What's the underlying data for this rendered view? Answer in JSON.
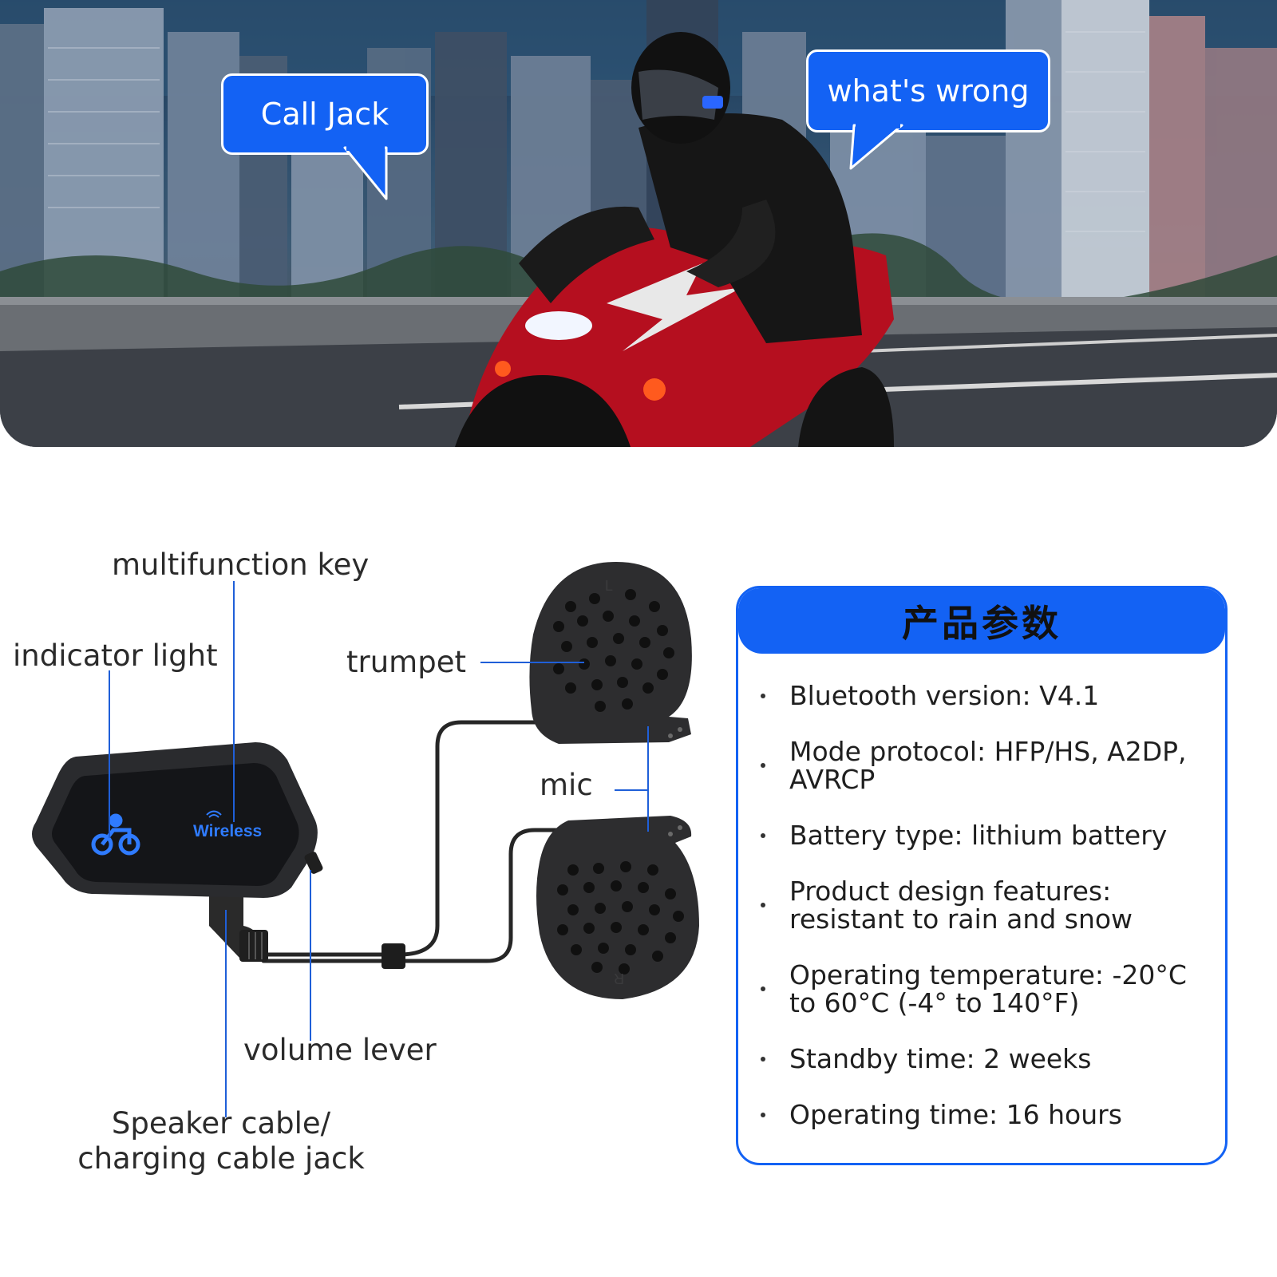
{
  "hero": {
    "bubble_left": "Call Jack",
    "bubble_right": "what's wrong"
  },
  "diagram": {
    "multifunction_key": "multifunction key",
    "indicator_light": "indicator light",
    "trumpet": "trumpet",
    "mic": "mic",
    "volume_lever": "volume lever",
    "speaker_cable_line1": "Speaker cable/",
    "speaker_cable_line2": "charging cable jack",
    "device_logo_text": "Wireless",
    "speaker_left_mark": "L",
    "speaker_right_mark": "R"
  },
  "spec": {
    "title": "产品参数",
    "items": [
      "Bluetooth version: V4.1",
      "Mode protocol: HFP/HS, A2DP, AVRCP",
      "Battery type: lithium battery",
      "Product design features: resistant to rain and snow",
      "Operating temperature: -20°C to 60°C (-4° to 140°F)",
      "Standby time: 2 weeks",
      "Operating time: 16 hours"
    ]
  },
  "colors": {
    "accent": "#1362f4",
    "leader_line": "#1f5fd8",
    "device_body": "#2a2b2e",
    "glow": "#2f7bff"
  }
}
